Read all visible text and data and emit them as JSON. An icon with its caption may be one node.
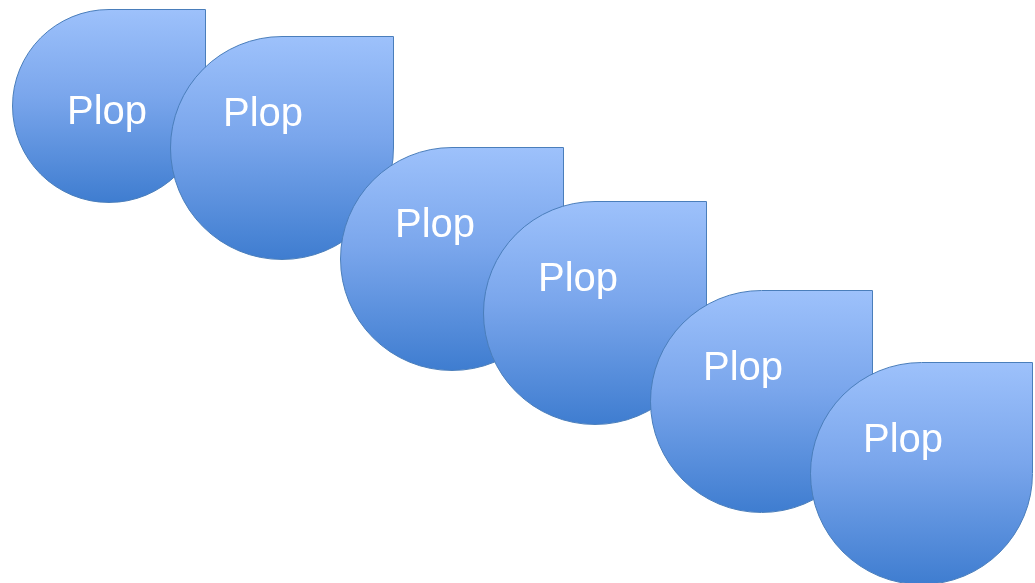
{
  "diagram": {
    "nodes": [
      {
        "text": [
          "Plop"
        ]
      },
      {
        "text": [
          "Plop"
        ]
      },
      {
        "text": [
          "Plop"
        ]
      },
      {
        "text": [
          "Plop"
        ]
      },
      {
        "text": [
          "Plop"
        ]
      },
      {
        "text": [
          "Plop"
        ]
      }
    ]
  }
}
